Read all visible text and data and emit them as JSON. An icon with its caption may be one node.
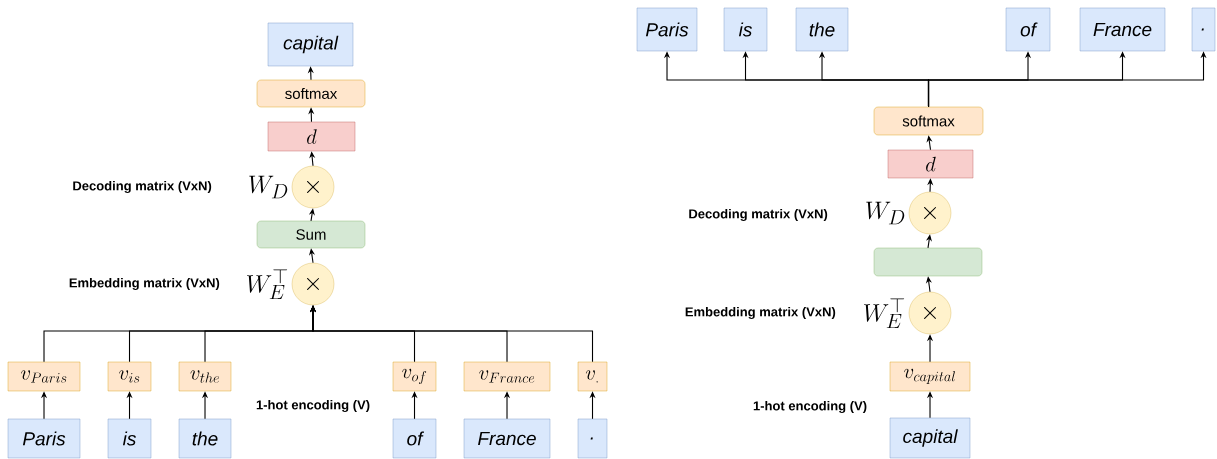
{
  "diagram": {
    "nodes": [
      {
        "text": [
          "capital"
        ]
      },
      {
        "text": [
          "softmax"
        ]
      },
      {
        "text": [
          "d"
        ]
      },
      {
        "text": [
          "\\times"
        ],
        "beside": [
          "W_D"
        ]
      },
      {
        "text": [
          "Sum"
        ]
      },
      {
        "text": [
          "\\times"
        ],
        "beside": [
          "W_E^\\top"
        ]
      },
      {
        "text": [
          "v_{Paris}"
        ]
      },
      {
        "text": [
          "v_{is}"
        ]
      },
      {
        "text": [
          "v_{the}"
        ]
      },
      {
        "text": [
          "v_{of}"
        ]
      },
      {
        "text": [
          "v_{France}"
        ]
      },
      {
        "text": [
          "v_{.}"
        ]
      },
      {
        "text": [
          "Paris"
        ]
      },
      {
        "text": [
          "is"
        ]
      },
      {
        "text": [
          "the"
        ]
      },
      {
        "text": [
          "of"
        ]
      },
      {
        "text": [
          "France"
        ]
      },
      {
        "text": [
          "."
        ]
      },
      {
        "text": [
          "Paris"
        ]
      },
      {
        "text": [
          "is"
        ]
      },
      {
        "text": [
          "the"
        ]
      },
      {
        "text": [
          "of"
        ]
      },
      {
        "text": [
          "France"
        ]
      },
      {
        "text": [
          "."
        ]
      },
      {
        "text": [
          "softmax"
        ]
      },
      {
        "text": [
          "d"
        ]
      },
      {
        "text": [
          "\\times"
        ],
        "beside": [
          "W_D"
        ]
      },
      {
        "text": [],
        "shape": "box"
      },
      {
        "text": [
          "\\times"
        ],
        "beside": [
          "W_E^\\top"
        ]
      },
      {
        "text": [
          "v_{capital}"
        ]
      },
      {
        "text": [
          "capital"
        ]
      }
    ],
    "edges": [
      {
        "from": 12,
        "to": 6,
        "arrow": "to"
      },
      {
        "from": 13,
        "to": 7,
        "arrow": "to"
      },
      {
        "from": 14,
        "to": 8,
        "arrow": "to"
      },
      {
        "from": 15,
        "to": 9,
        "arrow": "to"
      },
      {
        "from": 16,
        "to": 10,
        "arrow": "to"
      },
      {
        "from": 17,
        "to": 11,
        "arrow": "to"
      },
      {
        "from": 6,
        "to": 5,
        "arrow": "to"
      },
      {
        "from": 7,
        "to": 5,
        "arrow": "to"
      },
      {
        "from": 8,
        "to": 5,
        "arrow": "to"
      },
      {
        "from": 9,
        "to": 5,
        "arrow": "to"
      },
      {
        "from": 10,
        "to": 5,
        "arrow": "to"
      },
      {
        "from": 11,
        "to": 5,
        "arrow": "to"
      },
      {
        "from": 5,
        "to": 4,
        "arrow": "to"
      },
      {
        "from": 4,
        "to": 3,
        "arrow": "to"
      },
      {
        "from": 3,
        "to": 2,
        "arrow": "to"
      },
      {
        "from": 2,
        "to": 1,
        "arrow": "to"
      },
      {
        "from": 1,
        "to": 0,
        "arrow": "to"
      },
      {
        "from": 30,
        "to": 29,
        "arrow": "to"
      },
      {
        "from": 29,
        "to": 28,
        "arrow": "to"
      },
      {
        "from": 28,
        "to": 27,
        "arrow": "to"
      },
      {
        "from": 27,
        "to": 26,
        "arrow": "to"
      },
      {
        "from": 26,
        "to": 25,
        "arrow": "to"
      },
      {
        "from": 25,
        "to": 24,
        "arrow": "to"
      },
      {
        "from": 24,
        "to": 18,
        "arrow": "to"
      },
      {
        "from": 24,
        "to": 19,
        "arrow": "to"
      },
      {
        "from": 24,
        "to": 20,
        "arrow": "to"
      },
      {
        "from": 24,
        "to": 21,
        "arrow": "to"
      },
      {
        "from": 24,
        "to": 22,
        "arrow": "to"
      },
      {
        "from": 24,
        "to": 23,
        "arrow": "to"
      }
    ],
    "labels": [
      "Decoding matrix (VxN)",
      "Embedding matrix (VxN)",
      "1-hot encoding (V)",
      "Decoding matrix (VxN)",
      "Embedding matrix (VxN)",
      "1-hot encoding (V)"
    ]
  }
}
